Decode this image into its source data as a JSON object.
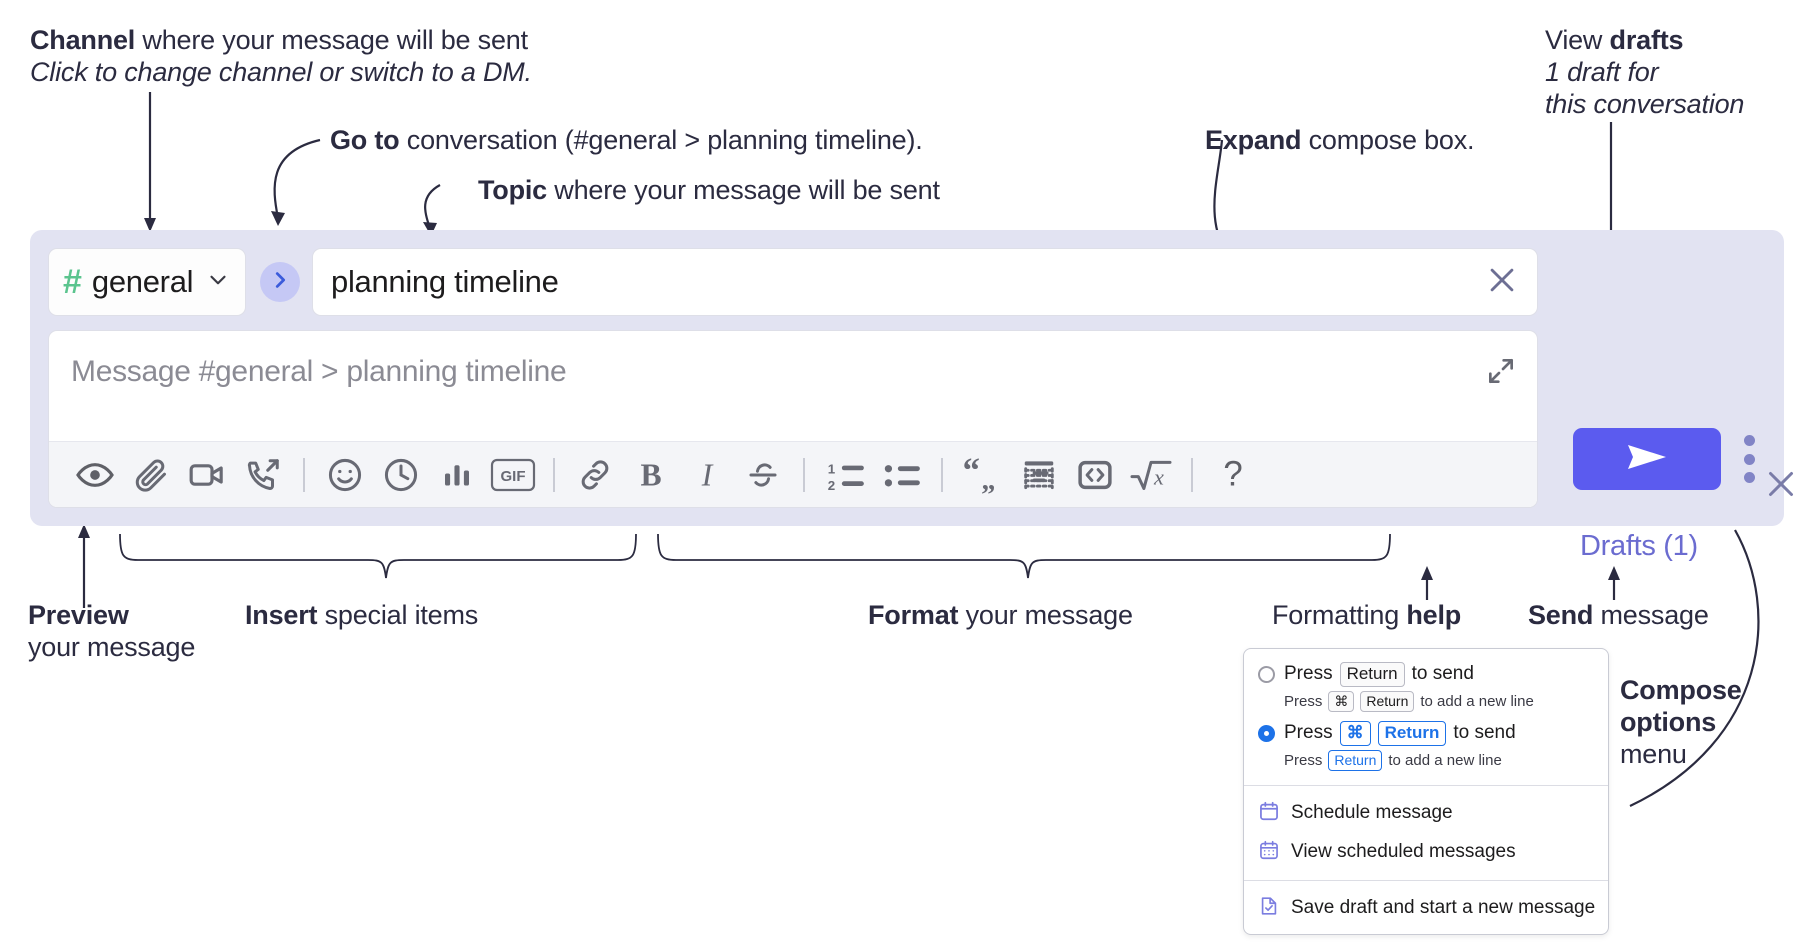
{
  "annotations": {
    "channel": {
      "bold": "Channel",
      "rest": " where your message will be sent",
      "italic": "Click to change channel or switch to a DM."
    },
    "goto": {
      "bold": "Go to",
      "rest": " conversation (#general > planning timeline)."
    },
    "topic": {
      "bold": "Topic",
      "rest": " where your message will be sent"
    },
    "expand": {
      "bold": "Expand",
      "rest": " compose box."
    },
    "drafts": {
      "bold_lead": "View ",
      "bold": "drafts",
      "italic_line1": "1 draft for",
      "italic_line2": "this conversation"
    },
    "preview": {
      "bold": "Preview",
      "rest": "your message"
    },
    "insert": {
      "bold": "Insert",
      "rest": " special items"
    },
    "format": {
      "bold": "Format",
      "rest": " your message"
    },
    "formatting_help": {
      "lead": "Formatting ",
      "bold": "help"
    },
    "send": {
      "bold": "Send",
      "rest": " message"
    },
    "compose_options": {
      "bold_line1": "Compose",
      "bold_line2": "options",
      "rest": "menu"
    }
  },
  "compose": {
    "channel_button": {
      "hash": "#",
      "name": "general",
      "chevron": "chevron-down-icon"
    },
    "goto_button_icon": "chevron-right-icon",
    "topic_field": {
      "value": "planning timeline",
      "clear_icon": "close-icon"
    },
    "message_input": {
      "placeholder": "Message #general > planning timeline"
    },
    "expand_icon": "expand-icon",
    "send_button_icon": "send-paper-plane-icon",
    "kebab_icon": "more-options-vertical-icon",
    "drafts_link": "Drafts (1)",
    "close_icon": "close-icon",
    "toolbar": [
      {
        "name": "preview-icon",
        "title": "Preview"
      },
      {
        "name": "attachment-paperclip-icon",
        "title": "Attach"
      },
      {
        "name": "video-camera-icon",
        "title": "Video"
      },
      {
        "name": "phone-huddle-icon",
        "title": "Huddle"
      },
      {
        "name": "divider",
        "title": ""
      },
      {
        "name": "emoji-smiley-icon",
        "title": "Emoji"
      },
      {
        "name": "clock-icon",
        "title": "Reminder"
      },
      {
        "name": "poll-bar-chart-icon",
        "title": "Poll"
      },
      {
        "name": "gif-icon",
        "title": "GIF",
        "label": "GIF"
      },
      {
        "name": "divider",
        "title": ""
      },
      {
        "name": "link-icon",
        "title": "Link"
      },
      {
        "name": "bold-icon",
        "title": "Bold",
        "label": "B"
      },
      {
        "name": "italic-icon",
        "title": "Italic",
        "label": "I"
      },
      {
        "name": "strikethrough-icon",
        "title": "Strikethrough"
      },
      {
        "name": "divider",
        "title": ""
      },
      {
        "name": "ordered-list-icon",
        "title": "Ordered list"
      },
      {
        "name": "bulleted-list-icon",
        "title": "Bulleted list"
      },
      {
        "name": "divider",
        "title": ""
      },
      {
        "name": "blockquote-icon",
        "title": "Blockquote"
      },
      {
        "name": "code-block-icon",
        "title": "Code block"
      },
      {
        "name": "inline-code-icon",
        "title": "Code"
      },
      {
        "name": "math-sqrt-icon",
        "title": "Math"
      },
      {
        "name": "divider",
        "title": ""
      },
      {
        "name": "help-question-icon",
        "title": "Formatting help",
        "label": "?"
      }
    ]
  },
  "menu": {
    "options": [
      {
        "selected": false,
        "main_pre": "Press",
        "main_keys": [
          "Return"
        ],
        "main_post": "to send",
        "sub_pre": "Press",
        "sub_keys": [
          "⌘",
          "Return"
        ],
        "sub_post": "to add a new line"
      },
      {
        "selected": true,
        "main_pre": "Press",
        "main_keys": [
          "⌘",
          "Return"
        ],
        "main_post": "to send",
        "sub_pre": "Press",
        "sub_keys": [
          "Return"
        ],
        "sub_post": "to add a new line"
      }
    ],
    "items": [
      {
        "icon": "calendar-schedule-icon",
        "label": "Schedule message"
      },
      {
        "icon": "calendar-grid-icon",
        "label": "View scheduled messages"
      },
      {
        "icon": "save-draft-icon",
        "label": "Save draft and start a new message"
      }
    ]
  },
  "colors": {
    "compose_bg": "#e2e3f2",
    "send_button": "#5b5bef",
    "hash_green": "#5bc48e",
    "goto_circle": "#c5c8f5",
    "drafts_text": "#6b6cd0",
    "radio_blue": "#1d72e8",
    "menu_icon_purple": "#7b7de0"
  }
}
